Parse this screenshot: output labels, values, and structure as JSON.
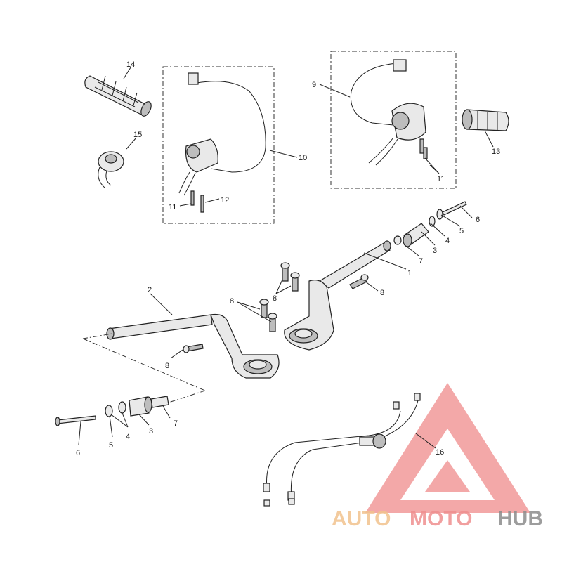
{
  "diagram": {
    "callouts": {
      "c1": "1",
      "c2": "2",
      "c3_right": "3",
      "c3_left": "3",
      "c4_right": "4",
      "c4_left": "4",
      "c5_right": "5",
      "c5_left": "5",
      "c6_right": "6",
      "c6_left": "6",
      "c7_right": "7",
      "c7_left": "7",
      "c8_a": "8",
      "c8_b": "8",
      "c8_c": "8",
      "c8_d": "8",
      "c9": "9",
      "c10": "10",
      "c11_left": "11",
      "c11_right": "11",
      "c12": "12",
      "c13": "13",
      "c14": "14",
      "c15": "15",
      "c16": "16"
    }
  },
  "watermark": {
    "part1": "AUTO",
    "part2": "MOTO",
    "part3": "HUB",
    "colors": {
      "auto": "#f2c28e",
      "moto": "#ef8f8f",
      "hub": "#8c8c8c",
      "triangle": "#ef8f8f"
    }
  }
}
